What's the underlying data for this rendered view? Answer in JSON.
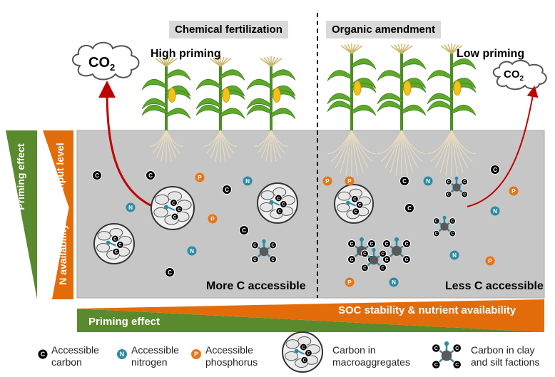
{
  "headers": {
    "left": "Chemical fertilization",
    "right": "Organic amendment"
  },
  "priming": {
    "left": "High priming",
    "right": "Low priming"
  },
  "co2": {
    "text": "CO",
    "sub": "2"
  },
  "accessible": {
    "left": "More C accessible",
    "right": "Less C accessible"
  },
  "triangles": {
    "priming_effect": "Priming effect",
    "c_input": "C input level",
    "n_availability": "N availability"
  },
  "bottom_bars": {
    "green": "Priming effect",
    "orange": "SOC stability & nutrient availability"
  },
  "particle_letters": {
    "carbon": "C",
    "nitrogen": "N",
    "phosphorus": "P"
  },
  "legend": [
    {
      "key": "carbon",
      "line1": "Accessible",
      "line2": "carbon"
    },
    {
      "key": "nitrogen",
      "line1": "Accessible",
      "line2": "nitrogen"
    },
    {
      "key": "phosphorus",
      "line1": "Accessible",
      "line2": "phosphorus"
    },
    {
      "key": "macroaggregate",
      "line1": "Carbon in",
      "line2": "macroaggregates"
    },
    {
      "key": "clay",
      "line1": "Carbon in clay",
      "line2": "and silt factions"
    }
  ],
  "colors": {
    "soil": "#c6c6c6",
    "green": "#5a8a2e",
    "orange": "#e36c0a",
    "nitrogen": "#2e8ba6",
    "phosphorus": "#e8751a",
    "arrow": "#c00000"
  }
}
